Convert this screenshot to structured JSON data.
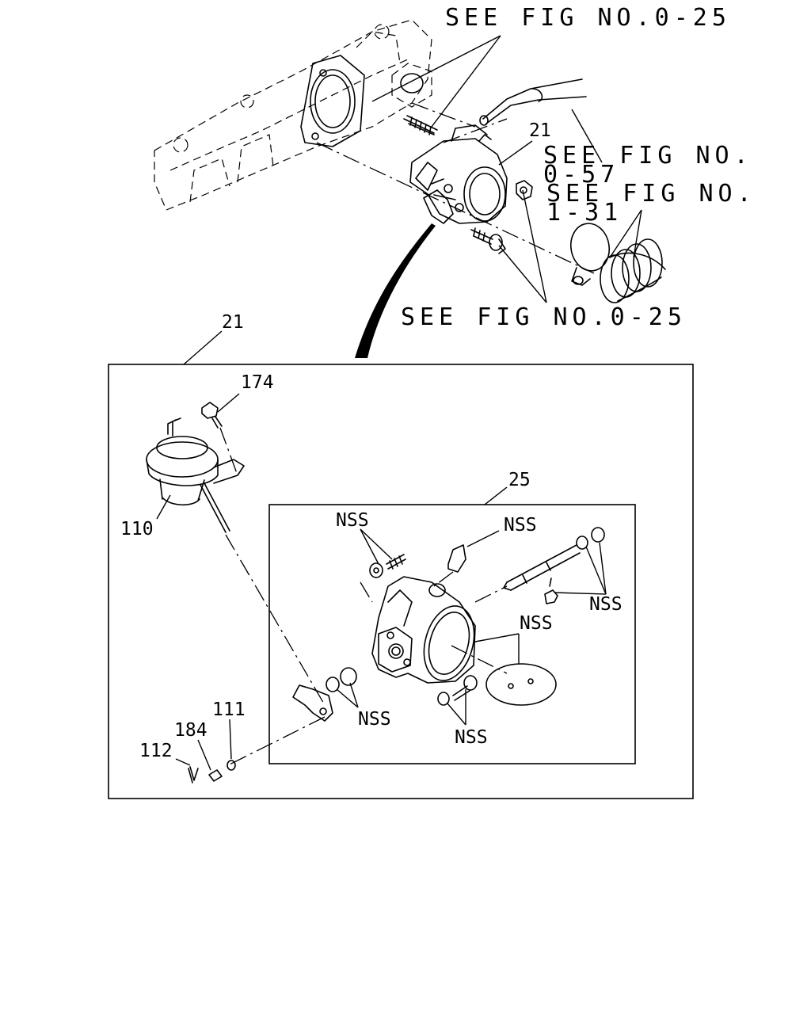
{
  "refs": {
    "see_top": "SEE FIG NO.0-25",
    "see_057_a": "SEE FIG NO.",
    "see_057_b": "0-57",
    "see_131_a": "SEE FIG NO.",
    "see_131_b": "1-31",
    "see_mid": "SEE FIG NO.0-25"
  },
  "callouts": {
    "p21_top": "21",
    "p21_box": "21",
    "p174": "174",
    "p110": "110",
    "p25": "25",
    "p111": "111",
    "p184": "184",
    "p112": "112"
  },
  "nss": {
    "a": "NSS",
    "b": "NSS",
    "c": "NSS",
    "d": "NSS",
    "e": "NSS",
    "f": "NSS"
  }
}
